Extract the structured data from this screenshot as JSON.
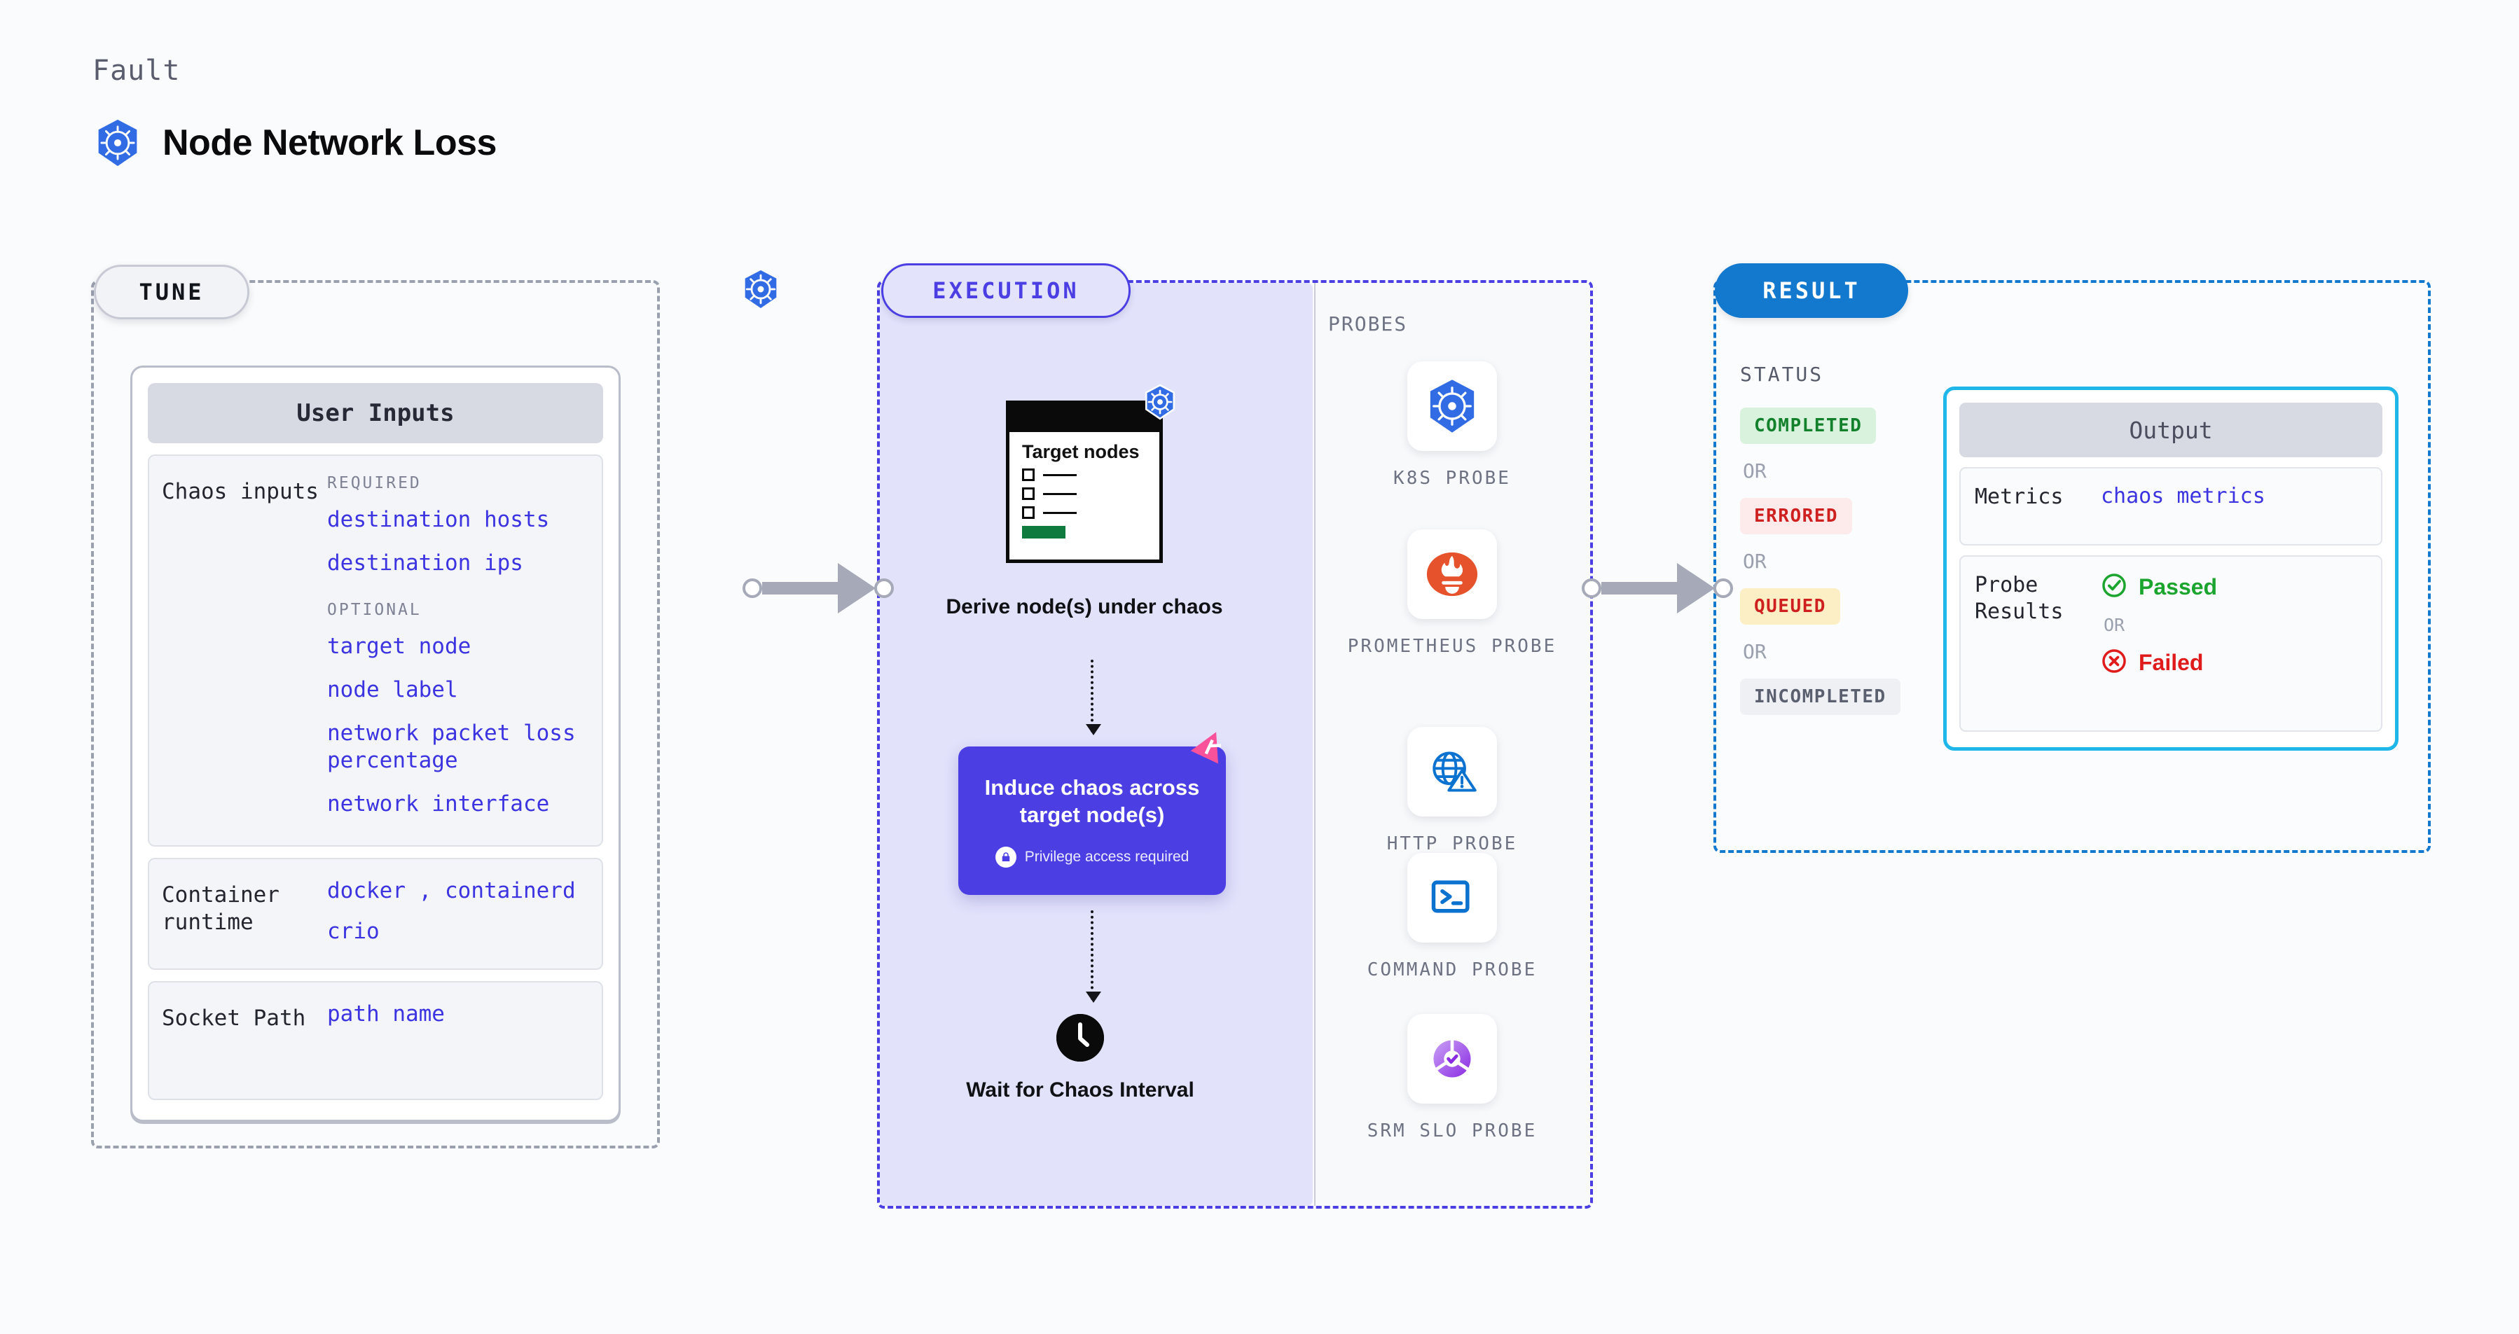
{
  "header": {
    "eyebrow": "Fault",
    "title": "Node Network Loss",
    "icon": "kubernetes-icon"
  },
  "tune": {
    "pill_label": "TUNE",
    "badge_icon": "kubernetes-icon",
    "card_title": "User Inputs",
    "rows": [
      {
        "key": "Chaos inputs",
        "groups": [
          {
            "heading": "REQUIRED",
            "values": [
              "destination hosts",
              "destination ips"
            ]
          },
          {
            "heading": "OPTIONAL",
            "values": [
              "target node",
              "node label",
              "network packet loss percentage",
              "network interface"
            ]
          }
        ]
      },
      {
        "key": "Container runtime",
        "values_line1": [
          "docker",
          "containerd"
        ],
        "separator": ",",
        "values_line2": [
          "crio"
        ]
      },
      {
        "key": "Socket Path",
        "values": [
          "path name"
        ]
      }
    ]
  },
  "execution": {
    "pill_label": "EXECUTION",
    "steps": [
      {
        "caption": "Derive node(s) under chaos",
        "doc_title": "Target nodes",
        "badge_icon": "kubernetes-icon"
      },
      {
        "caption": "Induce chaos across target node(s)",
        "privilege_note": "Privilege access required",
        "lock_icon": "lock-icon"
      },
      {
        "caption": "Wait for Chaos Interval",
        "icon": "clock-icon"
      }
    ],
    "probes_title": "PROBES",
    "probes": [
      {
        "label": "K8S PROBE",
        "icon": "kubernetes-icon"
      },
      {
        "label": "PROMETHEUS PROBE",
        "icon": "prometheus-icon"
      },
      {
        "label": "HTTP PROBE",
        "icon": "globe-warning-icon"
      },
      {
        "label": "COMMAND PROBE",
        "icon": "terminal-icon"
      },
      {
        "label": "SRM SLO PROBE",
        "icon": "srm-slo-icon"
      }
    ]
  },
  "result": {
    "pill_label": "RESULT",
    "status_title": "STATUS",
    "or_label": "OR",
    "statuses": [
      {
        "label": "COMPLETED",
        "color": "#13812c",
        "bg": "#d9f2de"
      },
      {
        "label": "ERRORED",
        "color": "#cf2020",
        "bg": "#fdeaea"
      },
      {
        "label": "QUEUED",
        "color": "#cf2020",
        "bg": "#fdefc5"
      },
      {
        "label": "INCOMPLETED",
        "color": "#5b6070",
        "bg": "#eef0f4"
      }
    ],
    "output": {
      "title": "Output",
      "metrics_key": "Metrics",
      "metrics_value": "chaos metrics",
      "probe_results_key": "Probe Results",
      "passed_label": "Passed",
      "failed_label": "Failed",
      "or_label": "OR",
      "passed_icon": "check-circle-icon",
      "failed_icon": "x-circle-icon"
    }
  },
  "colors": {
    "tune_border": "#9aa0ae",
    "execution_accent": "#4b3fe4",
    "result_accent": "#1279cf",
    "output_border": "#1fb6ea",
    "link_blue": "#3b34e0",
    "k8s_blue": "#326ce5"
  }
}
